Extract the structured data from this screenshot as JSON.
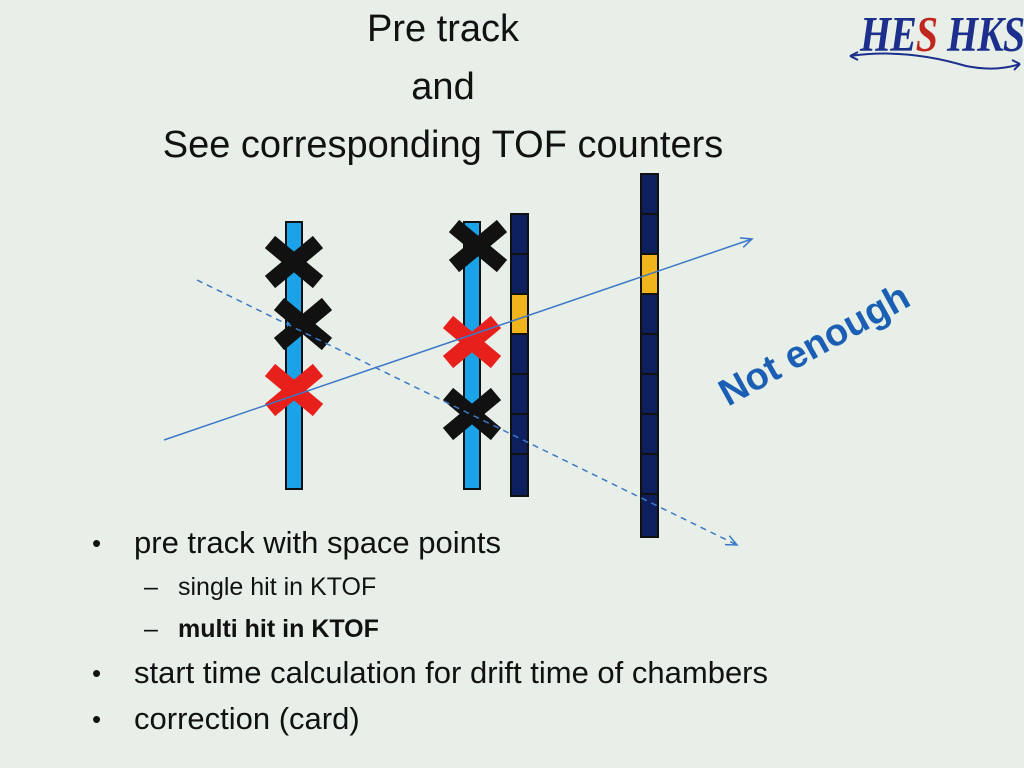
{
  "title": {
    "line1": "Pre track",
    "line2": "and",
    "line3": "See corresponding TOF counters"
  },
  "logo": {
    "part1": "HE",
    "part2": "S",
    "part3": "HKS"
  },
  "annotation": "Not enough",
  "bullets": [
    {
      "text": "pre track with space points",
      "level": 1,
      "bullet": "•"
    },
    {
      "text": "single hit in KTOF",
      "level": 2,
      "bullet": "–"
    },
    {
      "text": "multi hit in KTOF",
      "level": 2,
      "bullet": "–",
      "bold": true
    },
    {
      "text": "start time calculation for drift time of chambers",
      "level": 1,
      "bullet": "•"
    },
    {
      "text": "correction (card)",
      "level": 1,
      "bullet": "•"
    }
  ],
  "colors": {
    "background": "#e8efe8",
    "chamber": "#1aa3e8",
    "tof_counter": "#0d1f5c",
    "tof_hit": "#f2b41c",
    "hit_used": "#e8201c",
    "hit_unused": "#111111",
    "track": "#3c78c8",
    "annotation": "#1a5fb4"
  },
  "icons": {
    "hit_marker": "x-mark-icon",
    "track_arrow": "arrow-icon"
  }
}
